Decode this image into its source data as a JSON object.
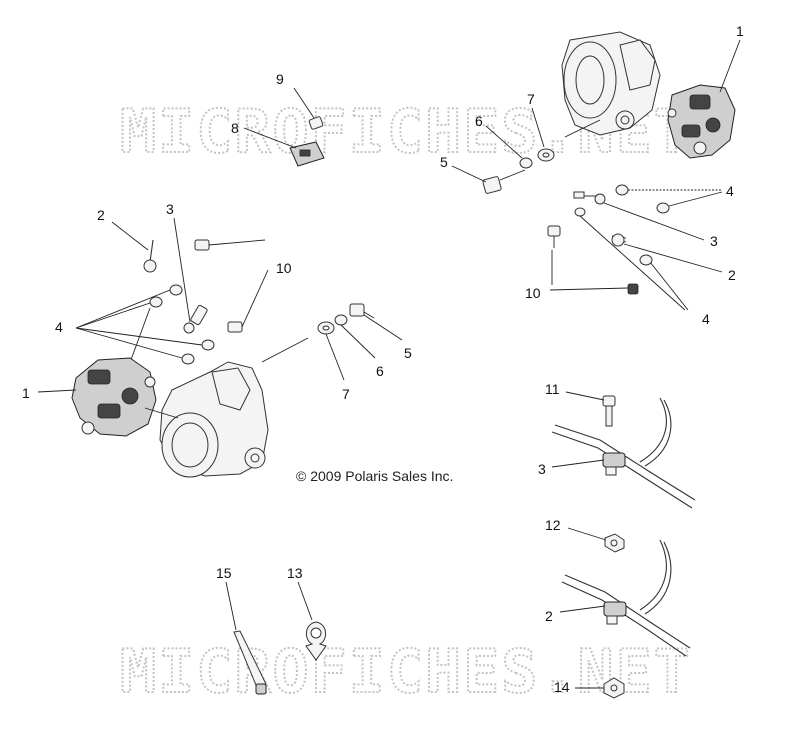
{
  "watermark": "MICROFICHES.NET",
  "copyright": "© 2009 Polaris Sales Inc.",
  "callouts": {
    "right_1": "1",
    "right_7": "7",
    "right_6": "6",
    "right_5": "5",
    "right_4a": "4",
    "right_3": "3",
    "right_2": "2",
    "right_10": "10",
    "right_4b": "4",
    "top_9": "9",
    "top_8": "8",
    "left_2": "2",
    "left_3": "3",
    "left_10": "10",
    "left_4": "4",
    "left_1": "1",
    "mid_5": "5",
    "mid_6": "6",
    "mid_7": "7",
    "clip_11": "11",
    "clip_3": "3",
    "clip_12": "12",
    "clip_2": "2",
    "bot_15": "15",
    "bot_13": "13",
    "bot_14": "14"
  },
  "colors": {
    "line": "#222222",
    "watermark": "#c4c4c4",
    "part_fill": "#f4f4f4"
  }
}
